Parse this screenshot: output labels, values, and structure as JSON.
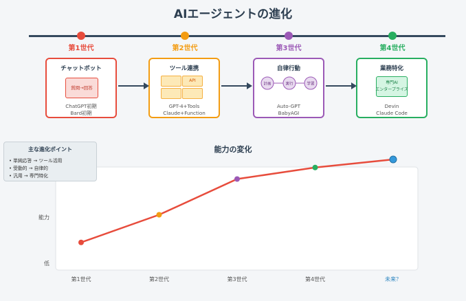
{
  "title": "AIエージェントの進化",
  "generations": [
    {
      "label": "第1世代",
      "color": "#e74c3c",
      "card_title": "チャットボット",
      "desc": [
        "ChatGPT初期",
        "Bard初期"
      ],
      "inner": [
        "質問→回答"
      ]
    },
    {
      "label": "第2世代",
      "color": "#f39c12",
      "card_title": "ツール連携",
      "desc": [
        "GPT-4+Tools",
        "Claude+Function"
      ],
      "inner": [
        "API"
      ]
    },
    {
      "label": "第3世代",
      "color": "#9b59b6",
      "card_title": "自律行動",
      "desc": [
        "Auto-GPT",
        "BabyAGI"
      ],
      "inner": [
        "計画",
        "実行",
        "学習"
      ]
    },
    {
      "label": "第4世代",
      "color": "#27ae60",
      "card_title": "業務特化",
      "desc": [
        "Devin",
        "Claude Code"
      ],
      "inner": [
        "専門AI",
        "エンタープライズ"
      ]
    }
  ],
  "legend": {
    "title": "主な進化ポイント",
    "items": [
      "• 単純応答 → ツール活用",
      "• 受動的 → 自律的",
      "• 汎用 → 専門特化"
    ]
  },
  "chart_data": {
    "type": "line",
    "title": "能力の変化",
    "ylabel": "",
    "y_tick_labels": [
      {
        "value": 1,
        "label": "低"
      },
      {
        "value": 5,
        "label": "能力"
      }
    ],
    "ylim": [
      0.4,
      10
    ],
    "categories": [
      "第1世代",
      "第2世代",
      "第3世代",
      "第4世代",
      "未来？"
    ],
    "series": [
      {
        "values": [
          2.8,
          5.2,
          8.3,
          9.3,
          10.0
        ]
      }
    ],
    "point_colors": [
      "#e74c3c",
      "#f39c12",
      "#9b59b6",
      "#27ae60",
      "#3498db"
    ],
    "line_color": "#e74c3c",
    "last_label_color": "#2e86c1"
  }
}
